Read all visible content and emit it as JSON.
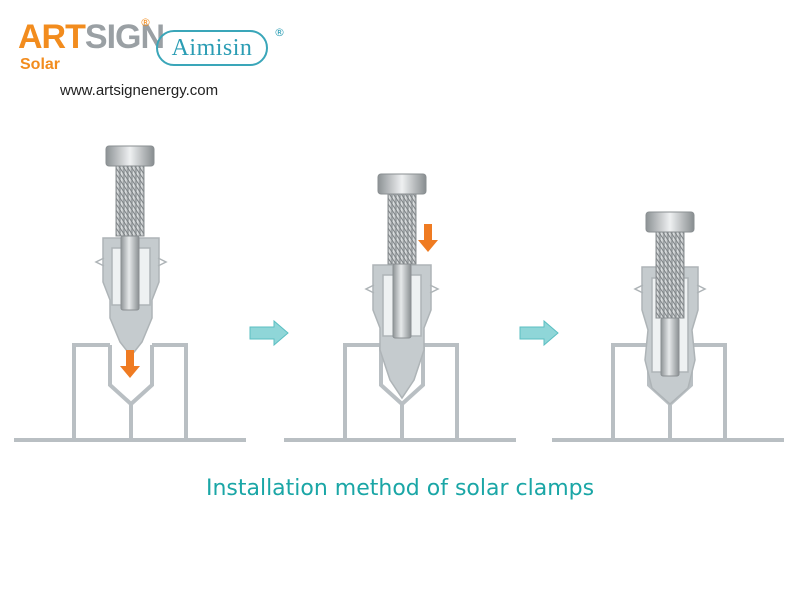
{
  "logos": {
    "artsign": {
      "prefix": "ART",
      "suffix": "SIGN",
      "sub": "Solar",
      "reg": "®",
      "color": "#f28c1e"
    },
    "aimisin": {
      "text": "Aimisin",
      "reg": "®",
      "color": "#2b9db4"
    }
  },
  "website": "www.artsignenergy.com",
  "caption": "Installation method of solar clamps",
  "colors": {
    "rail": "#b9bfc3",
    "clamp": "#c5cbce",
    "bolt": "#a9adb0",
    "down_arrow": "#ef7b22",
    "step_arrow": "#8fd6d8",
    "caption": "#1aa6a6"
  },
  "steps": [
    {
      "name": "step-1",
      "direction": "down-arrow-below-clamp"
    },
    {
      "name": "step-2",
      "direction": "down-arrow-beside-bolt"
    },
    {
      "name": "step-3",
      "direction": "installed"
    }
  ],
  "step_arrows": [
    {
      "name": "step-arrow-1-to-2"
    },
    {
      "name": "step-arrow-2-to-3"
    }
  ]
}
